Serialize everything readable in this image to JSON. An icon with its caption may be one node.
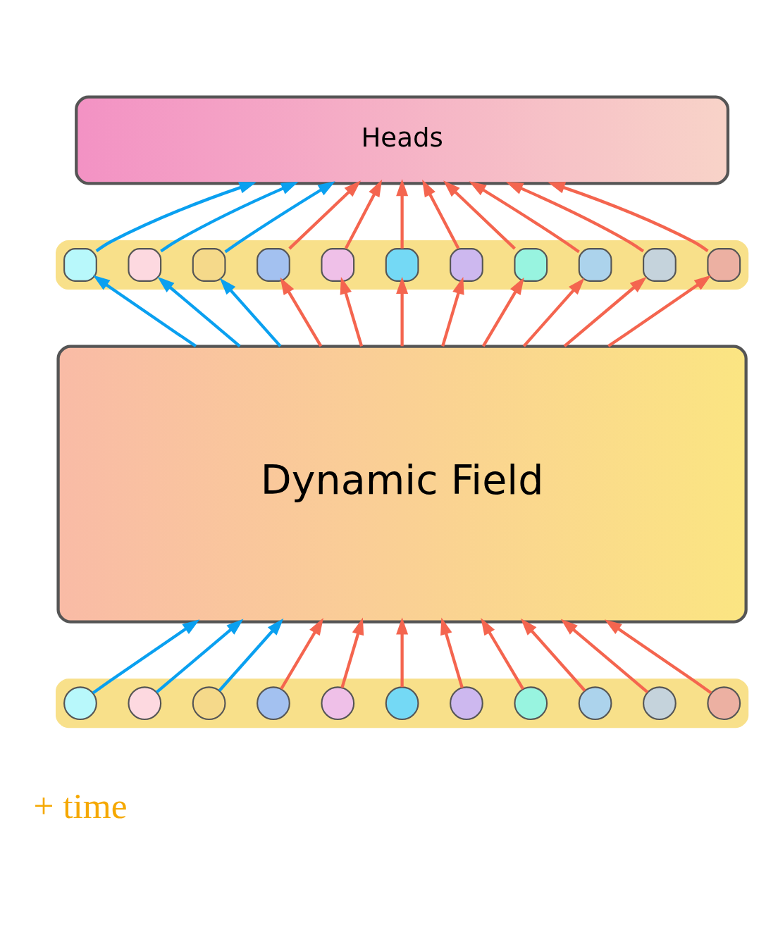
{
  "diagram": {
    "nodes": [
      {
        "text": [
          "Heads"
        ]
      },
      {
        "text": [],
        "shape": "bar"
      },
      {
        "text": [],
        "shape": "box",
        "in": 1
      },
      {
        "text": [],
        "shape": "box",
        "in": 1
      },
      {
        "text": [],
        "shape": "box",
        "in": 1
      },
      {
        "text": [],
        "shape": "box",
        "in": 1
      },
      {
        "text": [],
        "shape": "box",
        "in": 1
      },
      {
        "text": [],
        "shape": "box",
        "in": 1
      },
      {
        "text": [],
        "shape": "box",
        "in": 1
      },
      {
        "text": [],
        "shape": "box",
        "in": 1
      },
      {
        "text": [],
        "shape": "box",
        "in": 1
      },
      {
        "text": [],
        "shape": "box",
        "in": 1
      },
      {
        "text": [],
        "shape": "box",
        "in": 1
      },
      {
        "text": [
          "Dynamic Field"
        ]
      },
      {
        "text": [],
        "shape": "bar"
      },
      {
        "text": [],
        "shape": "circle",
        "in": 14
      },
      {
        "text": [],
        "shape": "circle",
        "in": 14
      },
      {
        "text": [],
        "shape": "circle",
        "in": 14
      },
      {
        "text": [],
        "shape": "circle",
        "in": 14
      },
      {
        "text": [],
        "shape": "circle",
        "in": 14
      },
      {
        "text": [],
        "shape": "circle",
        "in": 14
      },
      {
        "text": [],
        "shape": "circle",
        "in": 14
      },
      {
        "text": [],
        "shape": "circle",
        "in": 14
      },
      {
        "text": [],
        "shape": "circle",
        "in": 14
      },
      {
        "text": [],
        "shape": "circle",
        "in": 14
      },
      {
        "text": [],
        "shape": "circle",
        "in": 14
      }
    ],
    "edges": [
      {
        "from": 15,
        "to": 13,
        "arrow": "to",
        "color": "#0aa0f0"
      },
      {
        "from": 16,
        "to": 13,
        "arrow": "to",
        "color": "#0aa0f0"
      },
      {
        "from": 17,
        "to": 13,
        "arrow": "to",
        "color": "#0aa0f0"
      },
      {
        "from": 18,
        "to": 13,
        "arrow": "to"
      },
      {
        "from": 19,
        "to": 13,
        "arrow": "to"
      },
      {
        "from": 20,
        "to": 13,
        "arrow": "to"
      },
      {
        "from": 21,
        "to": 13,
        "arrow": "to"
      },
      {
        "from": 22,
        "to": 13,
        "arrow": "to"
      },
      {
        "from": 23,
        "to": 13,
        "arrow": "to"
      },
      {
        "from": 24,
        "to": 13,
        "arrow": "to"
      },
      {
        "from": 25,
        "to": 13,
        "arrow": "to"
      },
      {
        "from": 13,
        "to": 2,
        "arrow": "to",
        "color": "#0aa0f0"
      },
      {
        "from": 13,
        "to": 3,
        "arrow": "to",
        "color": "#0aa0f0"
      },
      {
        "from": 13,
        "to": 4,
        "arrow": "to",
        "color": "#0aa0f0"
      },
      {
        "from": 13,
        "to": 5,
        "arrow": "to"
      },
      {
        "from": 13,
        "to": 6,
        "arrow": "to"
      },
      {
        "from": 13,
        "to": 7,
        "arrow": "to"
      },
      {
        "from": 13,
        "to": 8,
        "arrow": "to"
      },
      {
        "from": 13,
        "to": 9,
        "arrow": "to"
      },
      {
        "from": 13,
        "to": 10,
        "arrow": "to"
      },
      {
        "from": 13,
        "to": 11,
        "arrow": "to"
      },
      {
        "from": 13,
        "to": 12,
        "arrow": "to"
      },
      {
        "from": 2,
        "to": 0,
        "arrow": "to",
        "color": "#0aa0f0"
      },
      {
        "from": 3,
        "to": 0,
        "arrow": "to",
        "color": "#0aa0f0"
      },
      {
        "from": 4,
        "to": 0,
        "arrow": "to",
        "color": "#0aa0f0"
      },
      {
        "from": 5,
        "to": 0,
        "arrow": "to"
      },
      {
        "from": 6,
        "to": 0,
        "arrow": "to"
      },
      {
        "from": 7,
        "to": 0,
        "arrow": "to"
      },
      {
        "from": 8,
        "to": 0,
        "arrow": "to"
      },
      {
        "from": 9,
        "to": 0,
        "arrow": "to"
      },
      {
        "from": 10,
        "to": 0,
        "arrow": "to"
      },
      {
        "from": 11,
        "to": 0,
        "arrow": "to"
      },
      {
        "from": 12,
        "to": 0,
        "arrow": "to"
      }
    ],
    "labels": [
      "+ time"
    ]
  }
}
